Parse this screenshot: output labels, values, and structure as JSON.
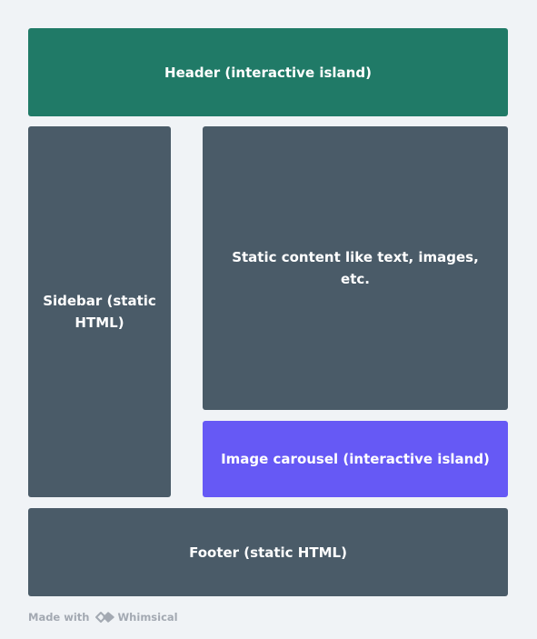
{
  "colors": {
    "background": "#f0f3f6",
    "interactive_island": "#207a67",
    "static_html": "#4a5b68",
    "carousel_island": "#6659f5",
    "watermark": "#a3a9b2"
  },
  "blocks": {
    "header": {
      "label": "Header (interactive island)"
    },
    "sidebar": {
      "label_line1": "Sidebar (static",
      "label_line2": "HTML)"
    },
    "content": {
      "label": "Static content like text, images, etc."
    },
    "carousel": {
      "label": "Image carousel (interactive island)"
    },
    "footer": {
      "label": "Footer (static HTML)"
    }
  },
  "watermark": {
    "made_with": "Made with",
    "brand": "Whimsical",
    "icon": "whimsical-logo-icon"
  }
}
